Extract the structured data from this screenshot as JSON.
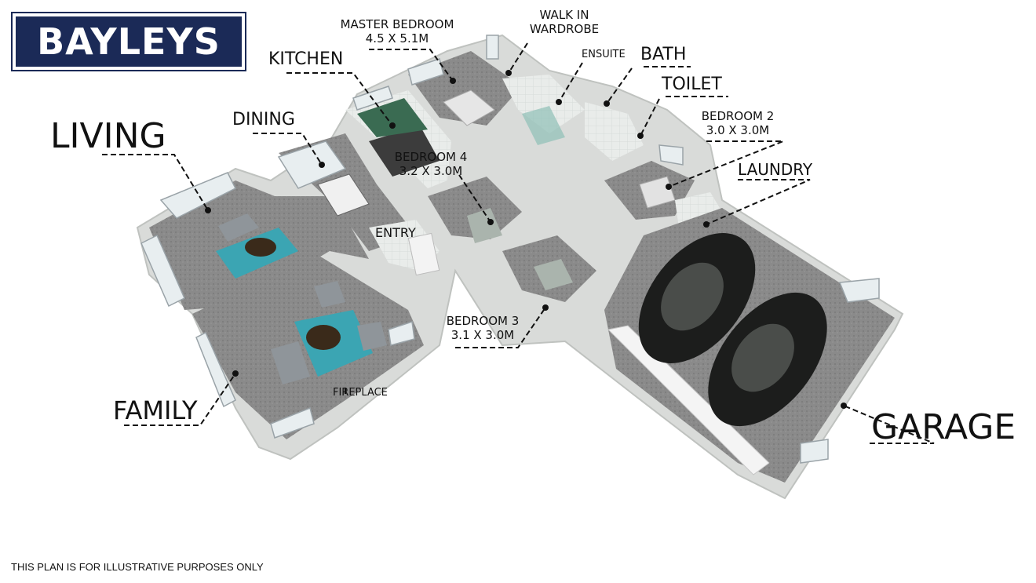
{
  "brand": {
    "logo_text": "BAYLEYS",
    "color": "#1b2a57"
  },
  "rooms": {
    "living": "LIVING",
    "dining": "DINING",
    "kitchen": "KITCHEN",
    "master_bedroom": "MASTER BEDROOM",
    "master_bedroom_size": "4.5 X 5.1M",
    "walk_in": "WALK IN",
    "wardrobe": "WARDROBE",
    "ensuite": "ENSUITE",
    "bath": "BATH",
    "toilet": "TOILET",
    "bedroom2": "BEDROOM 2",
    "bedroom2_size": "3.0 X 3.0M",
    "laundry": "LAUNDRY",
    "bedroom4": "BEDROOM 4",
    "bedroom4_size": "3.2 X 3.0M",
    "entry": "ENTRY",
    "bedroom3": "BEDROOM 3",
    "bedroom3_size": "3.1 X 3.0M",
    "fireplace": "FIREPLACE",
    "family": "FAMILY",
    "garage": "GARAGE"
  },
  "disclaimer": "THIS PLAN IS FOR ILLUSTRATIVE PURPOSES ONLY"
}
